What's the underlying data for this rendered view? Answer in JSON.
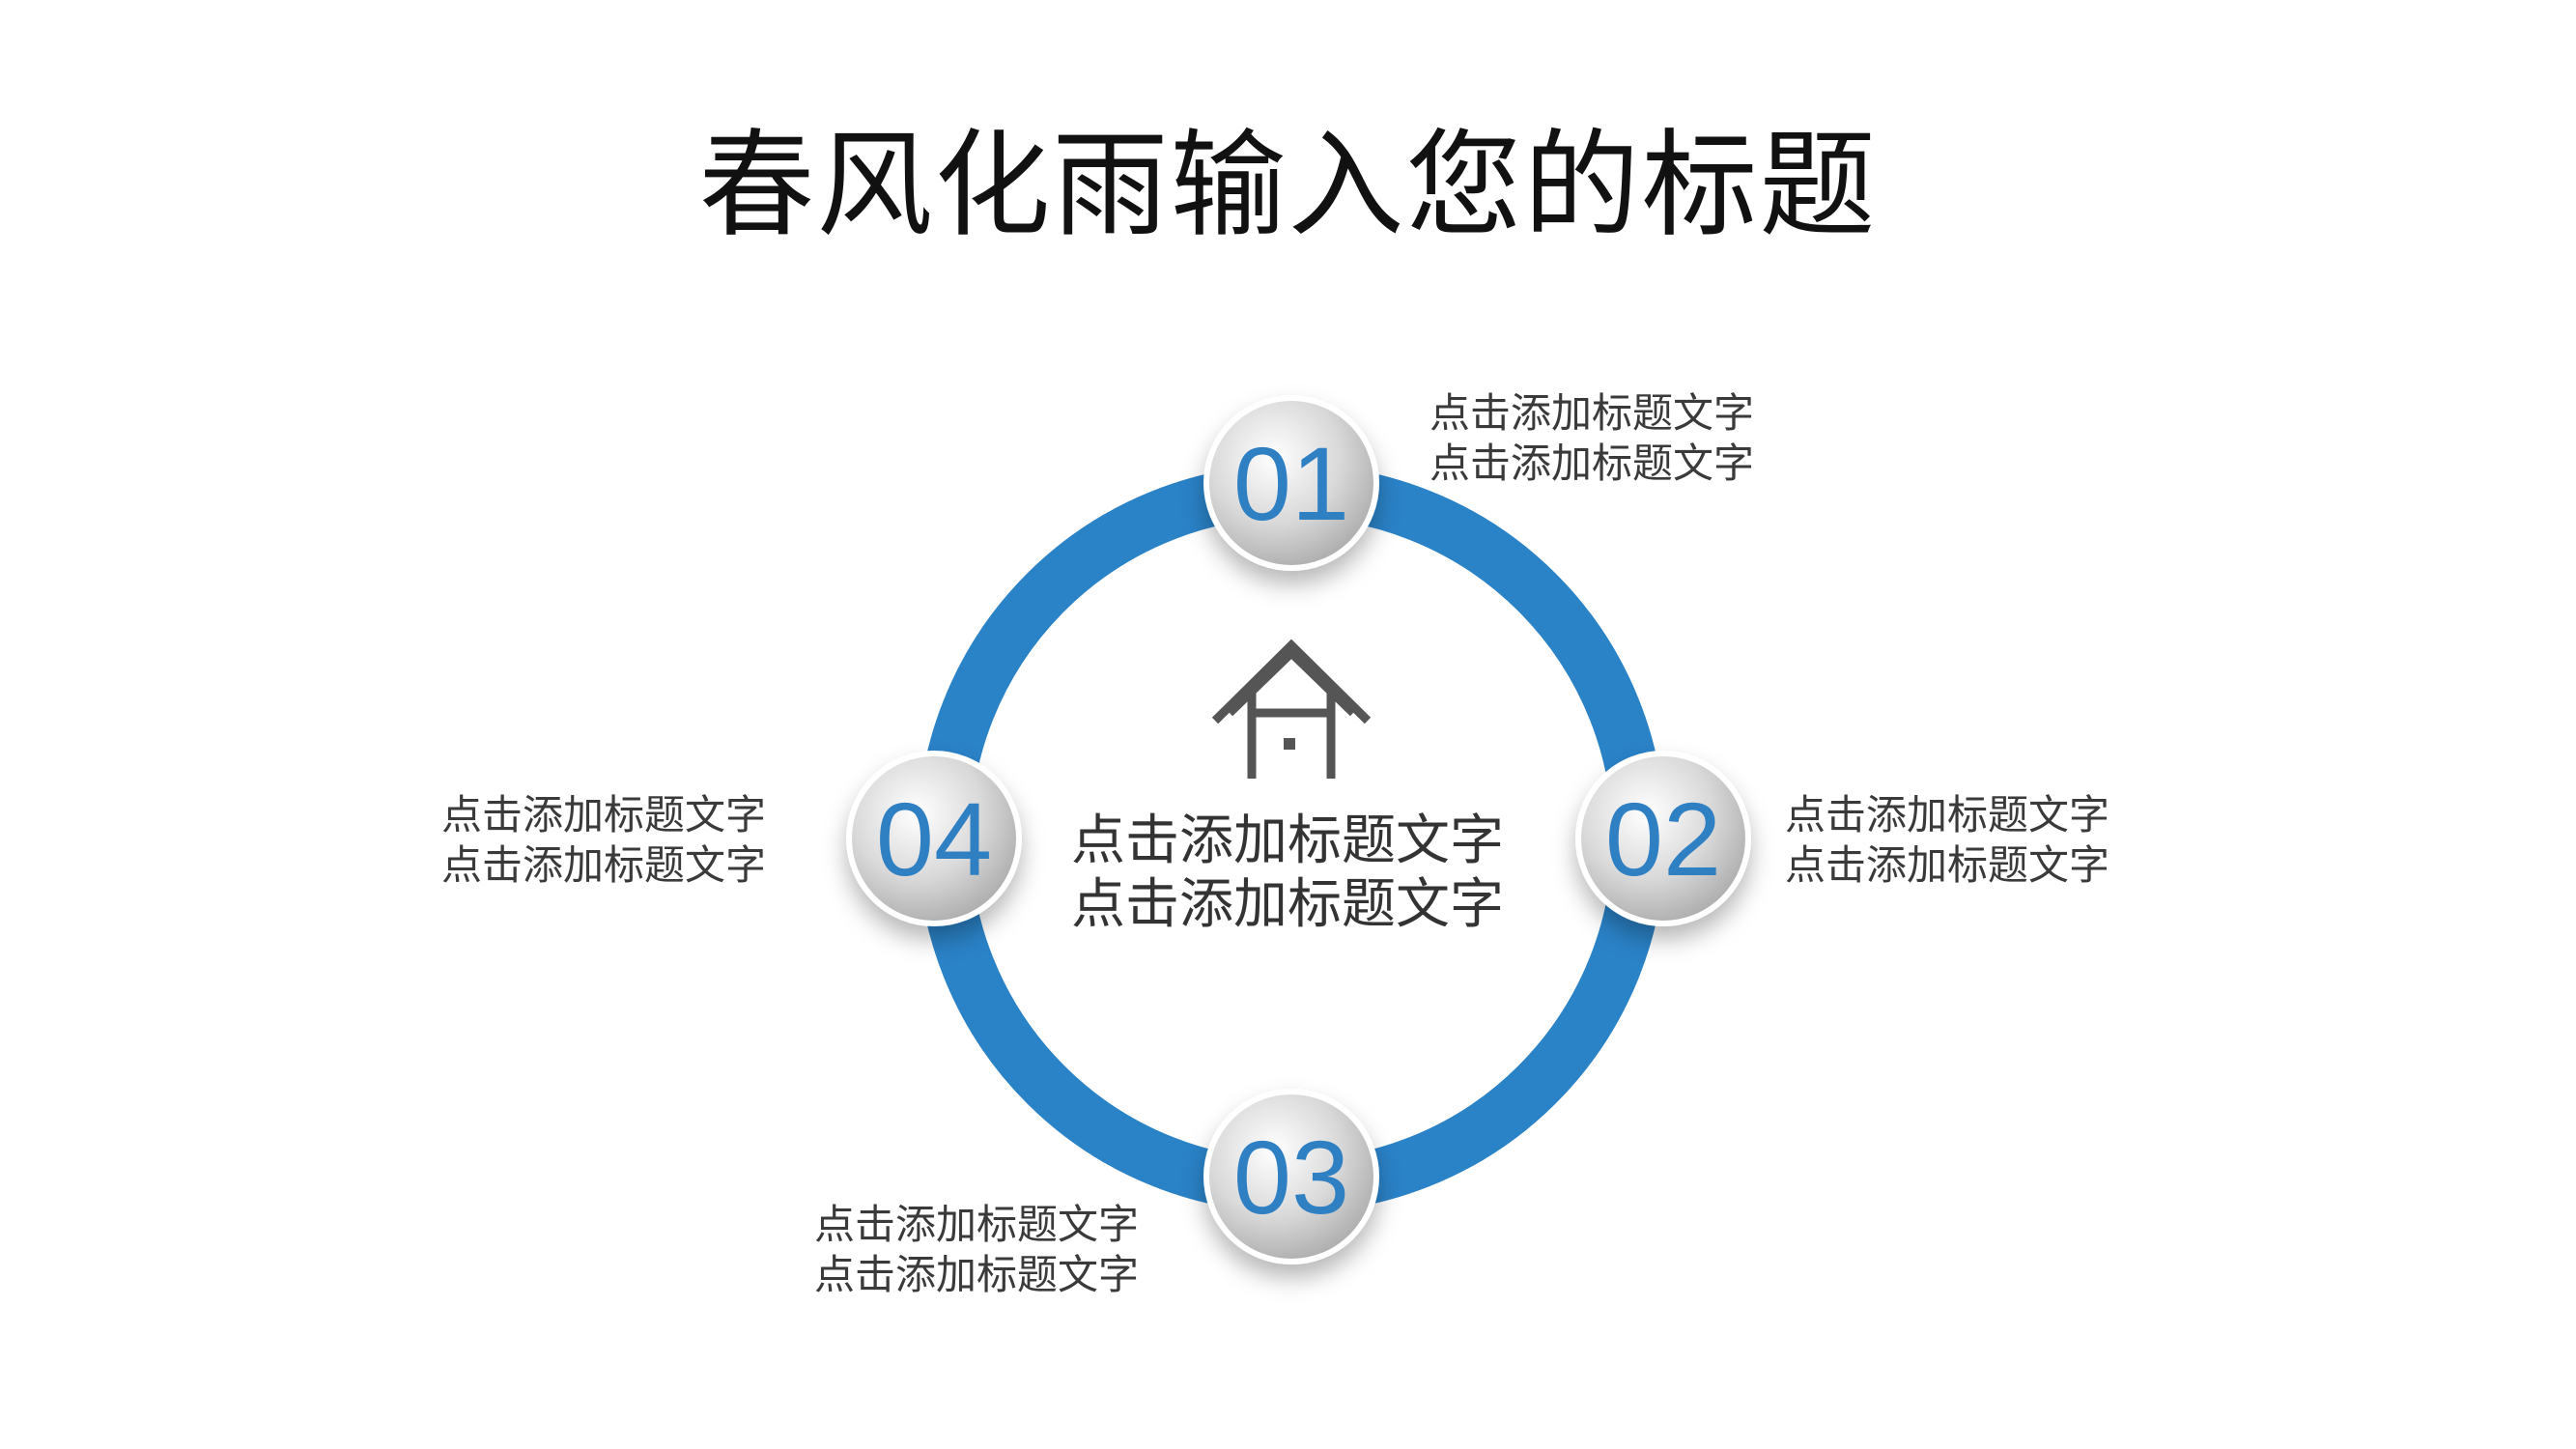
{
  "title": "春风化雨输入您的标题",
  "center": {
    "icon": "house-icon",
    "line1": "点击添加标题文字",
    "line2": "点击添加标题文字"
  },
  "nodes": [
    {
      "label": "01",
      "text1": "点击添加标题文字",
      "text2": "点击添加标题文字"
    },
    {
      "label": "02",
      "text1": "点击添加标题文字",
      "text2": "点击添加标题文字"
    },
    {
      "label": "03",
      "text1": "点击添加标题文字",
      "text2": "点击添加标题文字"
    },
    {
      "label": "04",
      "text1": "点击添加标题文字",
      "text2": "点击添加标题文字"
    }
  ],
  "colors": {
    "ring": "#2a82c7",
    "node_text": "#2f7fc3",
    "icon": "#555555"
  }
}
